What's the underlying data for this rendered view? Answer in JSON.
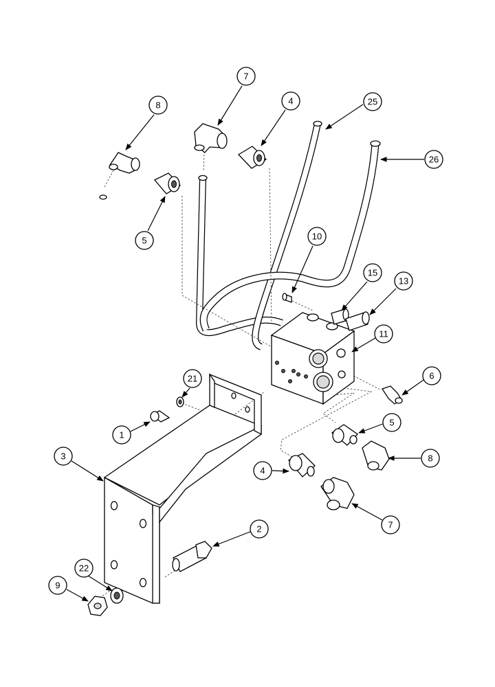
{
  "callouts": {
    "c1": "1",
    "c2": "2",
    "c3": "3",
    "c4a": "4",
    "c4b": "4",
    "c5a": "5",
    "c5b": "5",
    "c6": "6",
    "c7a": "7",
    "c7b": "7",
    "c8a": "8",
    "c8b": "8",
    "c9": "9",
    "c10": "10",
    "c11": "11",
    "c13": "13",
    "c15": "15",
    "c21": "21",
    "c22": "22",
    "c25": "25",
    "c26": "26"
  }
}
